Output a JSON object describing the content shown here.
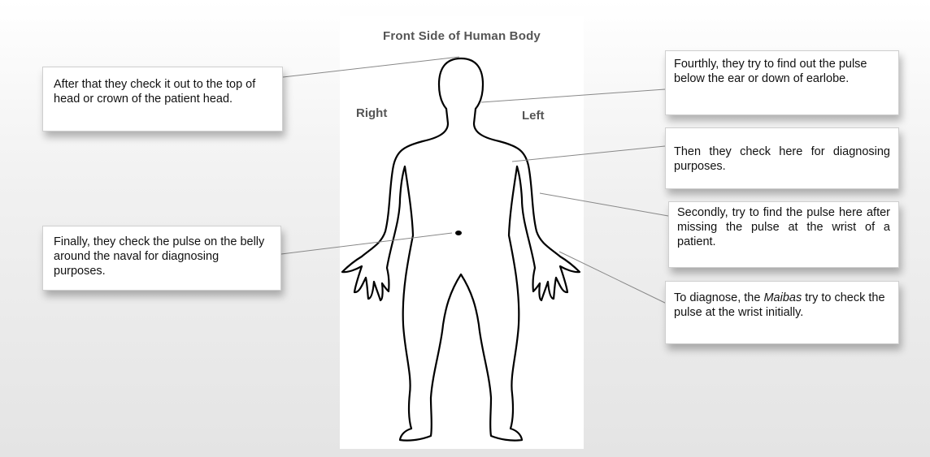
{
  "figure": {
    "title": "Front Side of Human Body",
    "label_right": "Right",
    "label_left": "Left"
  },
  "callouts": {
    "crown": "After that they check it out to the top of head or crown of the patient head.",
    "belly": "Finally, they check the pulse on the belly around the naval for diagnosing purposes.",
    "earlobe": "Fourthly, they try to find out the pulse below the ear or down of earlobe.",
    "arm": "Then they check here for diagnosing purposes.",
    "forearm": "Secondly, try to find the pulse here after missing the pulse at the wrist of a patient.",
    "wrist_before": "To diagnose, the ",
    "wrist_italic": "Maibas",
    "wrist_after": " try to check the pulse at the wrist initially."
  }
}
